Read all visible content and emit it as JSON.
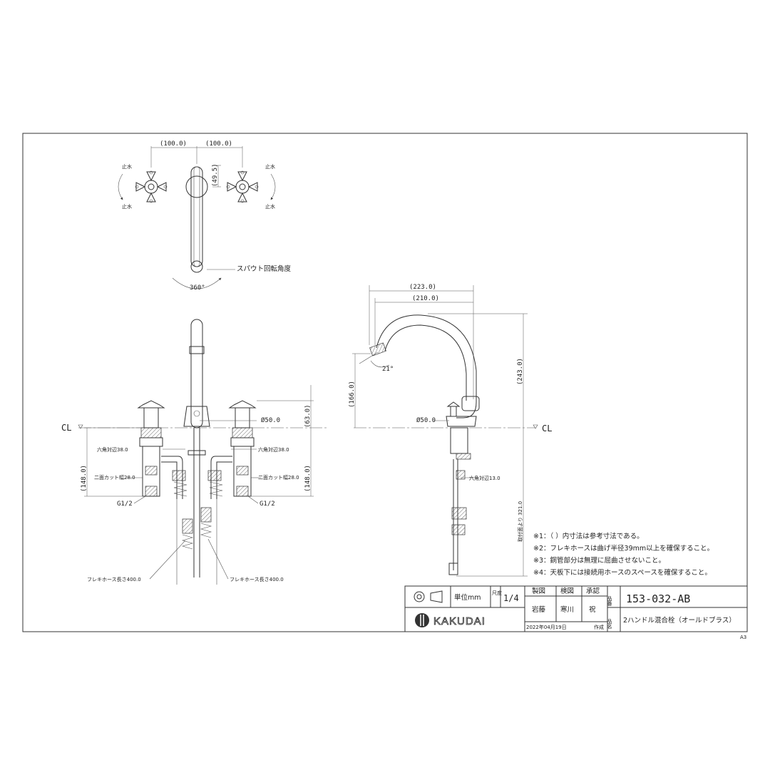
{
  "top_view": {
    "dim_left": "(100.0)",
    "dim_right": "(100.0)",
    "dim_offset": "(49.5)",
    "left_handle_top": "止水",
    "left_handle_bottom": "止水",
    "right_handle_top": "止水",
    "right_handle_bottom": "止水",
    "spout_rotation_label": "スパウト回転角度",
    "rotation_angle": "360°"
  },
  "front_view": {
    "cl_label": "CL",
    "dim_height_right": "(63.0)",
    "dim_diameter": "Ø50.0",
    "hex_left": "六角対辺38.0",
    "hex_right": "六角対辺38.0",
    "dim_148_left": "(148.0)",
    "dim_148_right": "(148.0)",
    "cut_left": "二面カット幅28.0",
    "cut_right": "二面カット幅28.0",
    "thread_left": "G1/2",
    "thread_right": "G1/2",
    "hose_left": "フレキホース長さ400.0",
    "hose_right": "フレキホース長さ400.0"
  },
  "side_view": {
    "dim_223": "(223.0)",
    "dim_210": "(210.0)",
    "dim_243": "(243.0)",
    "dim_166": "(166.0)",
    "angle": "21°",
    "dim_diameter": "Ø50.0",
    "cl_label": "CL",
    "hex_13": "六角対辺13.0",
    "dim_321": "取付面より 321.0"
  },
  "notes": [
    "※1：（ ）内寸法は参考寸法である。",
    "※2：フレキホースは曲げ半径39mm以上を確保すること。",
    "※3：銅管部分は無理に屈曲させないこと。",
    "※4：天板下には接続用ホースのスペースを確保すること。"
  ],
  "title_block": {
    "unit_label": "単位mm",
    "scale_label": "尺度",
    "scale_value": "1/4",
    "drawn_header": "製図",
    "checked_header": "検図",
    "approved_header": "承認",
    "drawn_by": "岩藤",
    "checked_by": "寒川",
    "approved_by": "祝",
    "part_no_label": "品番",
    "part_no": "153-032-AB",
    "name_label": "品名",
    "product_name": "2ハンドル混合栓（オールドブラス）",
    "date": "2022年04月19日",
    "created_label": "作成",
    "brand": "KAKUDAI",
    "sheet_size": "A3"
  }
}
